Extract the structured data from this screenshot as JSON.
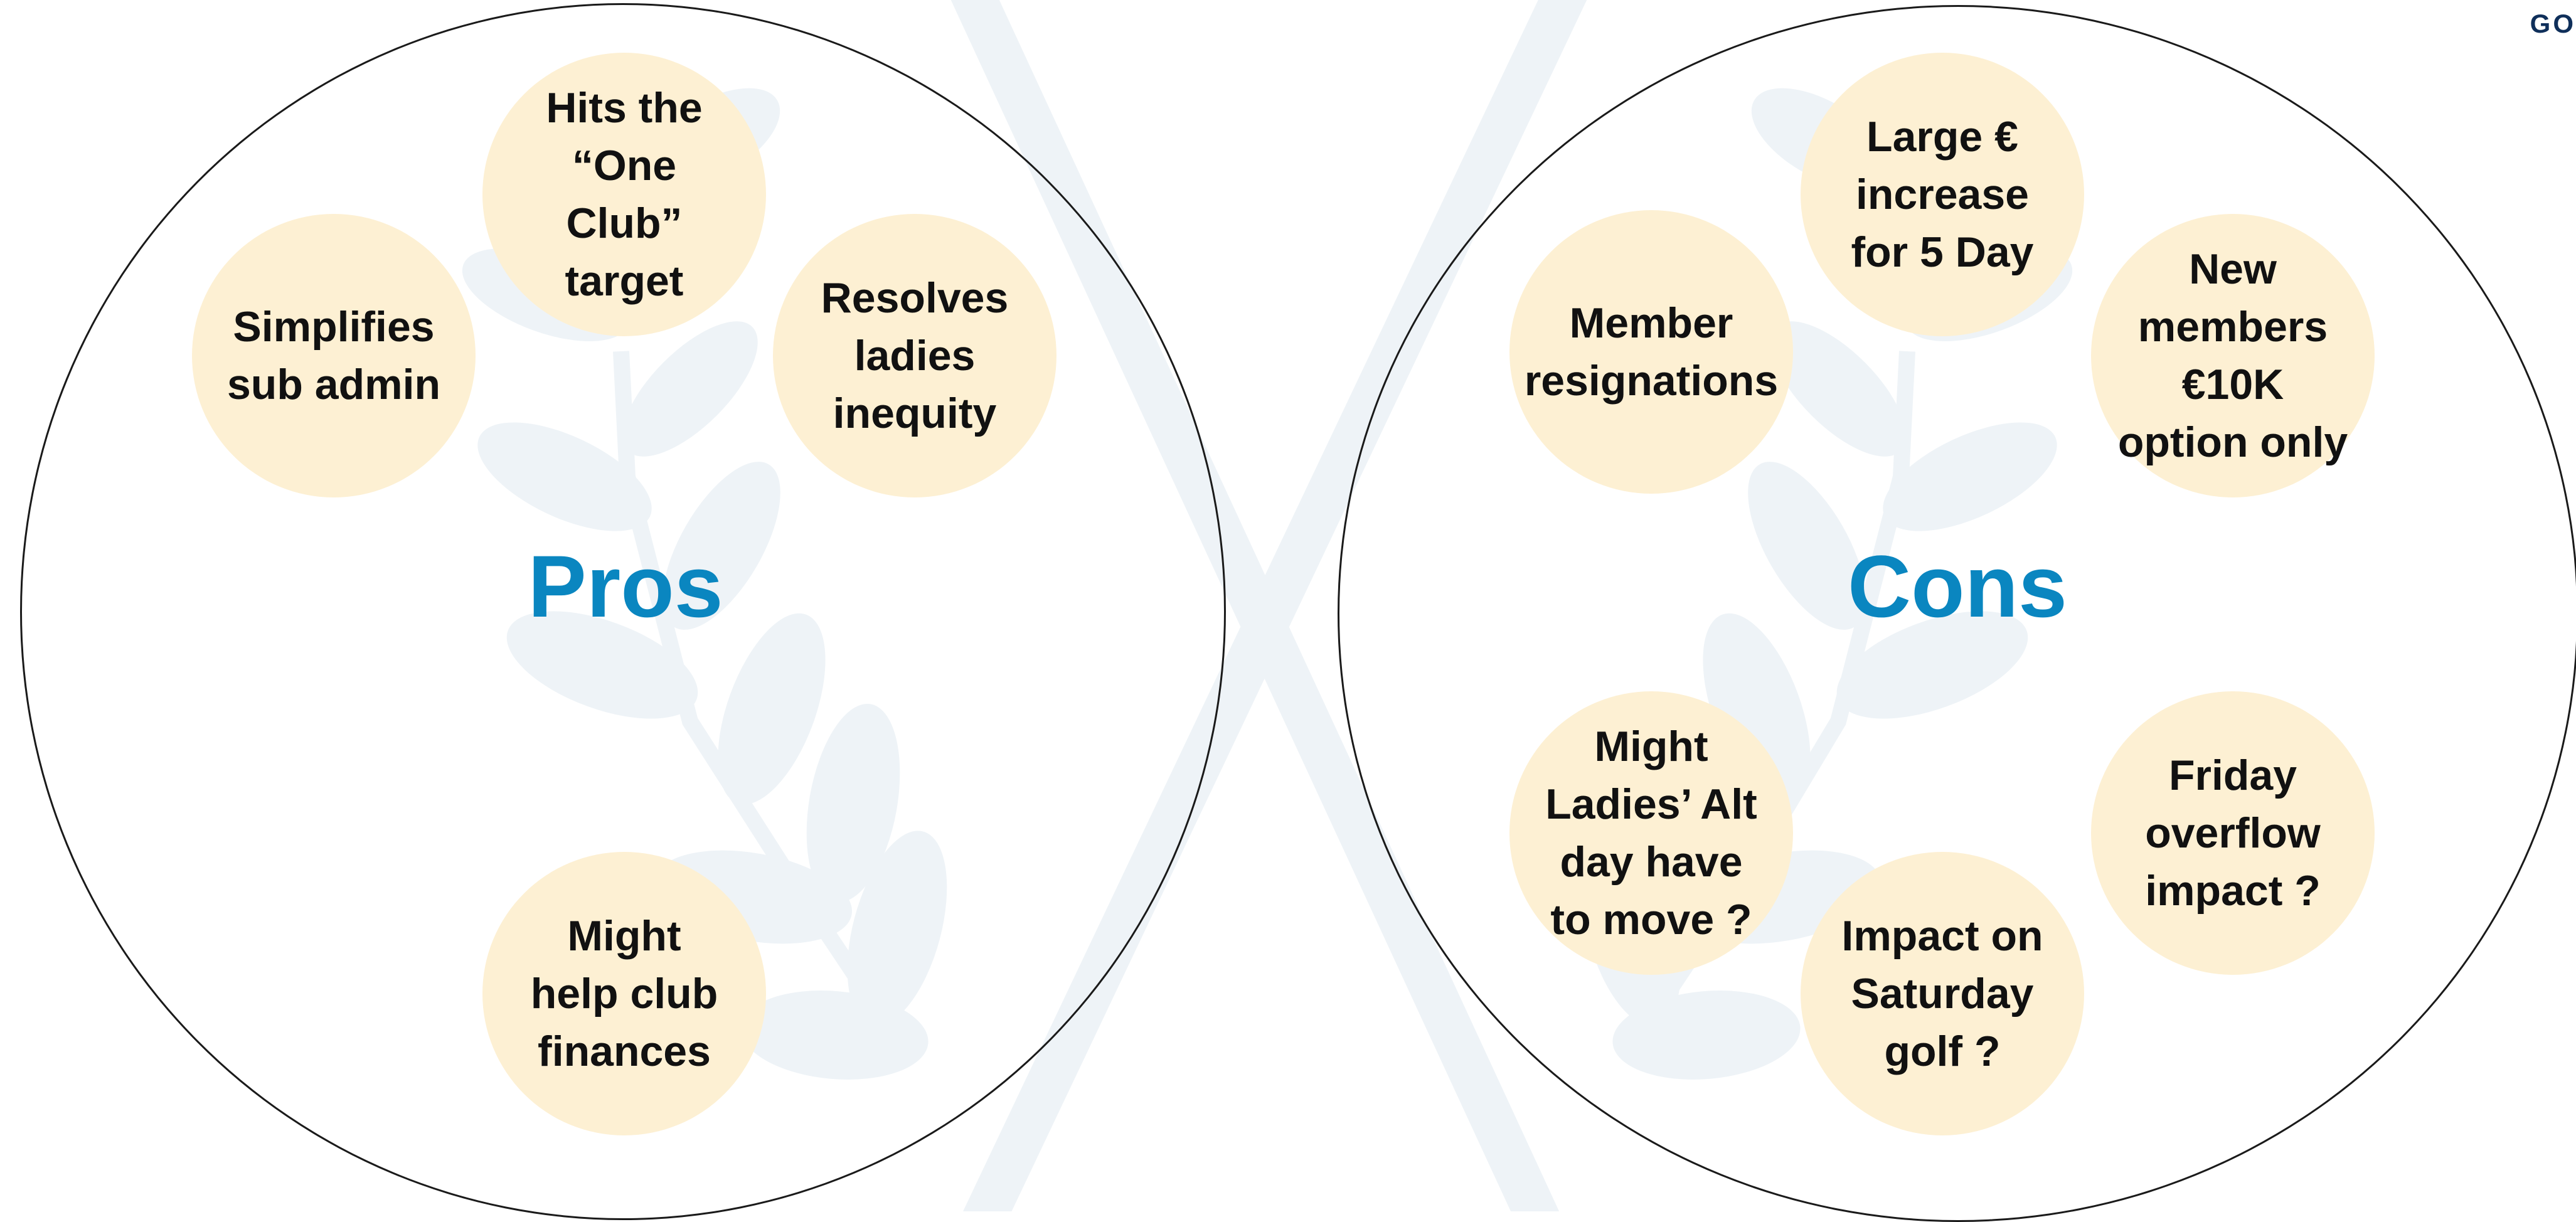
{
  "colors": {
    "heading": "#0a86c0",
    "bubble": "#fdf0d3",
    "watermark": "#eef3f7",
    "outline": "#1a1a1a"
  },
  "logo": {
    "text": "GO"
  },
  "pros": {
    "heading": "Pros",
    "items": [
      "Hits the\n“One\nClub”\ntarget",
      "Simplifies\nsub admin",
      "Resolves\nladies\ninequity",
      "Might\nhelp club\nfinances"
    ]
  },
  "cons": {
    "heading": "Cons",
    "items": [
      "Large €\nincrease\nfor 5 Day",
      "Member\nresignations",
      "New\nmembers\n€10K\noption only",
      "Might\nLadies’ Alt\nday have\nto move ?",
      "Friday\noverflow\nimpact ?",
      "Impact on\nSaturday\ngolf ?"
    ]
  }
}
